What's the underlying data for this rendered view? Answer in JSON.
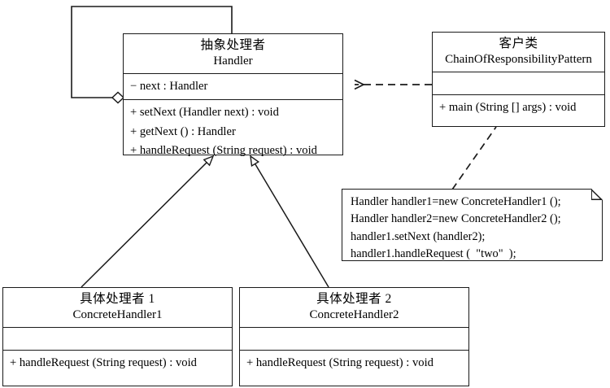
{
  "diagram": {
    "title": "Chain of Responsibility Pattern UML class diagram",
    "stroke_color": "#1a1a1a",
    "background_color": "#ffffff"
  },
  "classes": {
    "handler": {
      "name_cn": "抽象处理者",
      "name_en": "Handler",
      "attributes": [
        "− next : Handler"
      ],
      "operations": [
        "+ setNext (Handler next) : void",
        "+ getNext () : Handler",
        "+ handleRequest (String request) : void"
      ]
    },
    "client": {
      "name_cn": "客户类",
      "name_en": "ChainOfResponsibilityPattern",
      "attributes": [],
      "operations": [
        "+ main (String [] args) : void"
      ]
    },
    "concrete1": {
      "name_cn": "具体处理者 1",
      "name_en": "ConcreteHandler1",
      "attributes": [],
      "operations": [
        "+ handleRequest (String request) : void"
      ]
    },
    "concrete2": {
      "name_cn": "具体处理者 2",
      "name_en": "ConcreteHandler2",
      "attributes": [],
      "operations": [
        "+ handleRequest (String request) : void"
      ]
    }
  },
  "note": {
    "lines": [
      "Handler handler1=new ConcreteHandler1 ();",
      "Handler handler2=new ConcreteHandler2 ();",
      "handler1.setNext (handler2);",
      "handler1.handleRequest (  \"two\"  );"
    ]
  },
  "relationships": [
    {
      "name": "self-aggregation",
      "from": "handler",
      "to": "handler",
      "kind": "aggregation"
    },
    {
      "name": "client-dependency",
      "from": "client",
      "to": "handler",
      "kind": "dependency"
    },
    {
      "name": "note-anchor",
      "from": "note",
      "to": "client",
      "kind": "note-link"
    },
    {
      "name": "generalization-concrete1",
      "from": "concrete1",
      "to": "handler",
      "kind": "generalization"
    },
    {
      "name": "generalization-concrete2",
      "from": "concrete2",
      "to": "handler",
      "kind": "generalization"
    }
  ]
}
